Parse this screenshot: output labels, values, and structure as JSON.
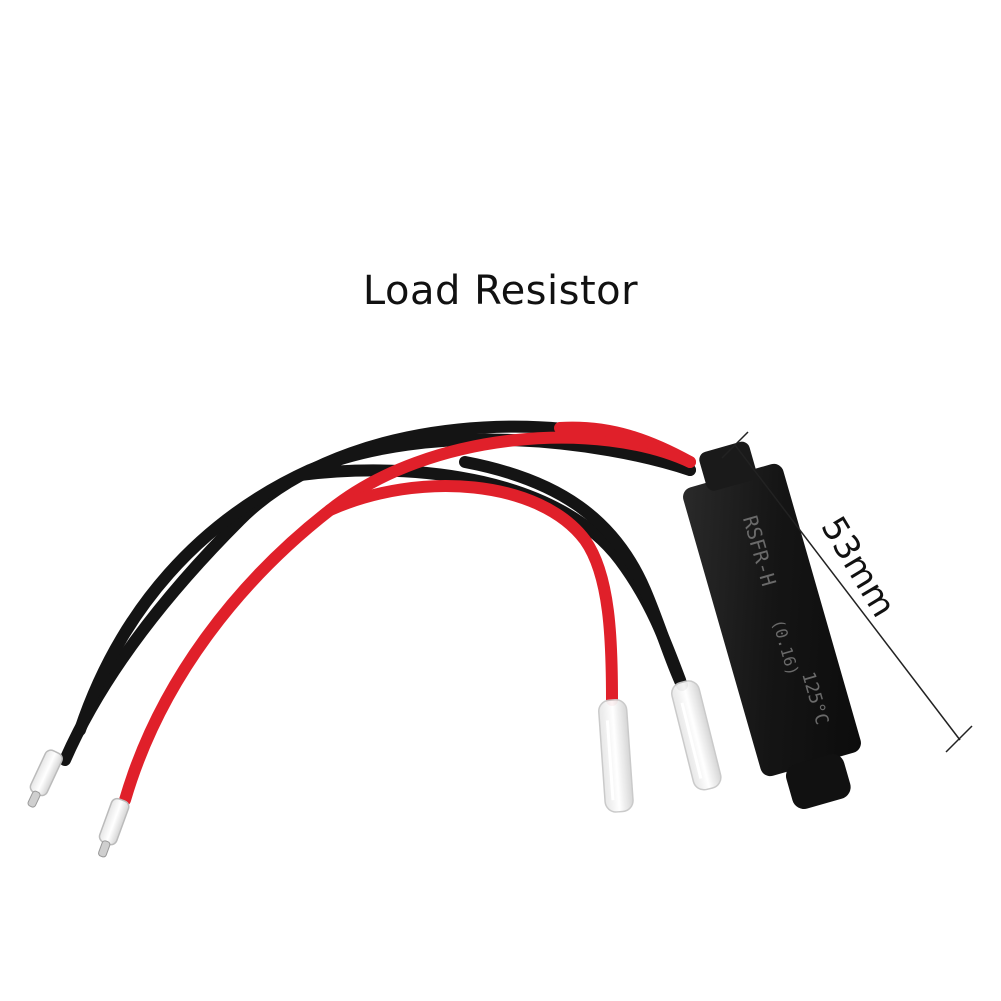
{
  "title": "Load Resistor",
  "dimension": {
    "label": "53mm"
  },
  "resistor": {
    "printed_text": [
      "RSFR-H",
      "(0.16)",
      "125°C"
    ]
  },
  "colors": {
    "background": "#ffffff",
    "wire_red": "#e0202a",
    "wire_black": "#141414",
    "housing": "#1b1b1b",
    "connector": "#f2f2f2",
    "dimension_line": "#222222"
  }
}
